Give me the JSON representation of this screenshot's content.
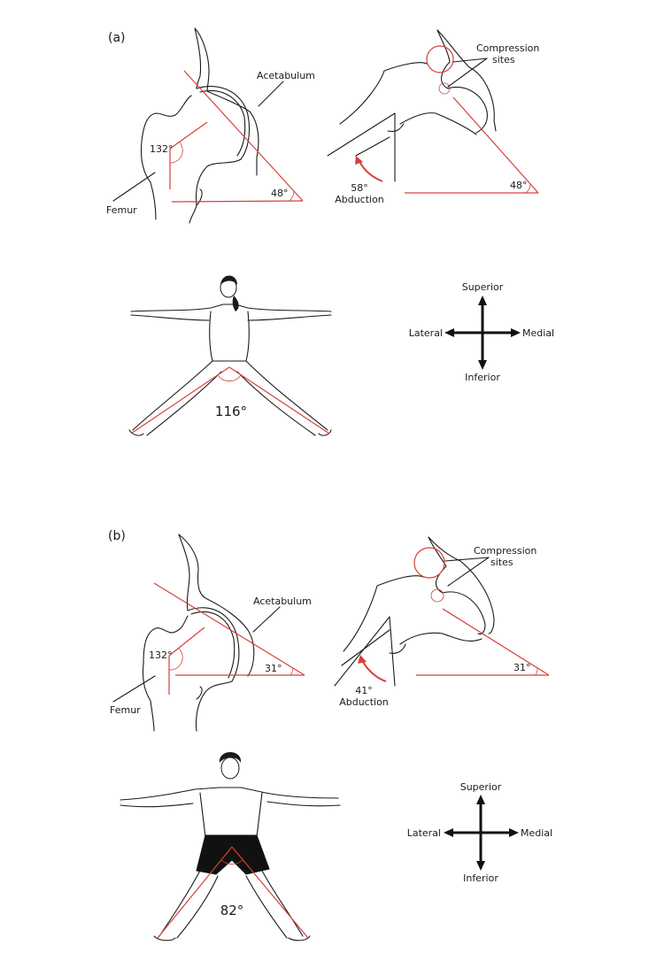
{
  "panels": [
    {
      "id": "a",
      "label": "(a)",
      "hip_neutral": {
        "labels": {
          "acetabulum": "Acetabulum",
          "femur": "Femur"
        },
        "neck_shaft_angle": "132°",
        "acetabular_angle": "48°"
      },
      "hip_abducted": {
        "labels": {
          "compression_line1": "Compression",
          "compression_line2": "sites"
        },
        "abduction_value": "58°",
        "abduction_label": "Abduction",
        "acetabular_angle": "48°"
      },
      "figure": {
        "subject": "female",
        "leg_angle": "116°"
      },
      "orientation": {
        "superior": "Superior",
        "inferior": "Inferior",
        "lateral": "Lateral",
        "medial": "Medial"
      }
    },
    {
      "id": "b",
      "label": "(b)",
      "hip_neutral": {
        "labels": {
          "acetabulum": "Acetabulum",
          "femur": "Femur"
        },
        "neck_shaft_angle": "132°",
        "acetabular_angle": "31°"
      },
      "hip_abducted": {
        "labels": {
          "compression_line1": "Compression",
          "compression_line2": "sites"
        },
        "abduction_value": "41°",
        "abduction_label": "Abduction",
        "acetabular_angle": "31°"
      },
      "figure": {
        "subject": "male",
        "leg_angle": "82°"
      },
      "orientation": {
        "superior": "Superior",
        "inferior": "Inferior",
        "lateral": "Lateral",
        "medial": "Medial"
      }
    }
  ],
  "colors": {
    "annotation_red": "#d6403a",
    "ink": "#1a1a1a",
    "background": "#ffffff"
  }
}
